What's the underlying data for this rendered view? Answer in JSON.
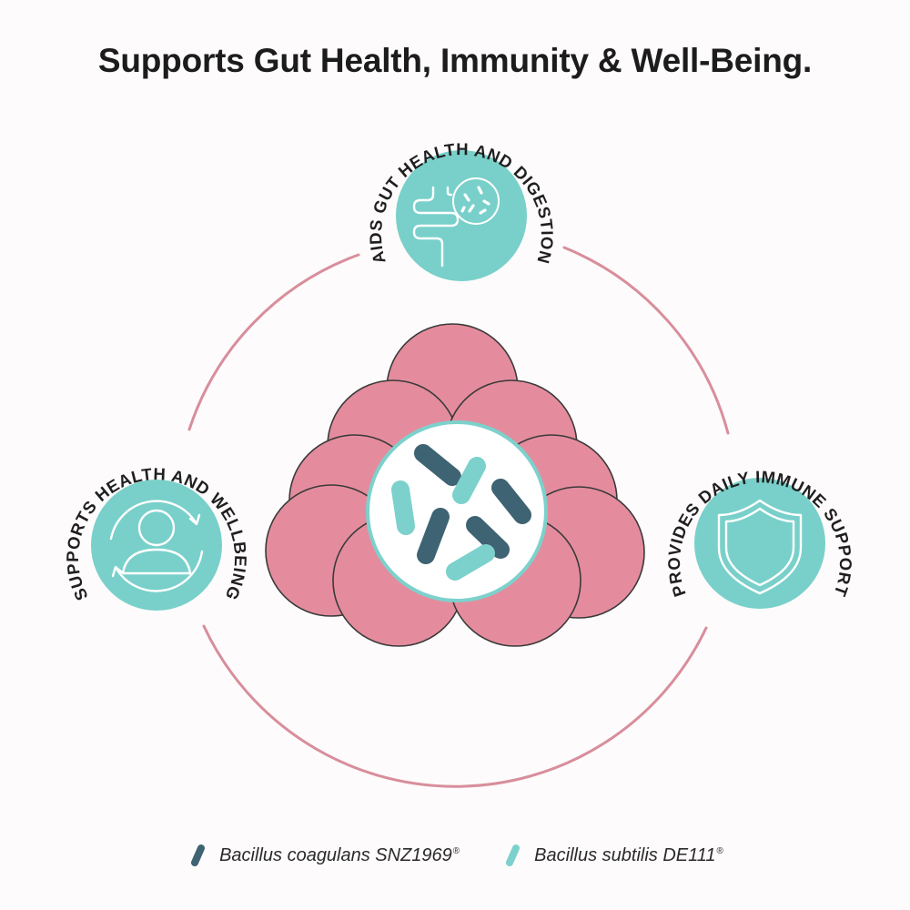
{
  "title": "Supports Gut Health, Immunity & Well-Being.",
  "benefits": [
    {
      "label": "AIDS GUT HEALTH AND DIGESTION",
      "icon": "intestine-icon"
    },
    {
      "label": "SUPPORTS HEALTH AND WELLBEING",
      "icon": "person-icon"
    },
    {
      "label": "PROVIDES DAILY IMMUNE SUPPORT",
      "icon": "shield-icon"
    }
  ],
  "legend": [
    {
      "label": "Bacillus coagulans SNZ1969",
      "mark": "®",
      "color": "#3e6373"
    },
    {
      "label": "Bacillus subtilis DE111",
      "mark": "®",
      "color": "#7cd1cc"
    }
  ],
  "colors": {
    "teal": "#79d0ca",
    "pink": "#e48c9d",
    "ring": "#d88e9c",
    "dark_bacteria": "#3e6373",
    "light_bacteria": "#7cd1cc"
  }
}
